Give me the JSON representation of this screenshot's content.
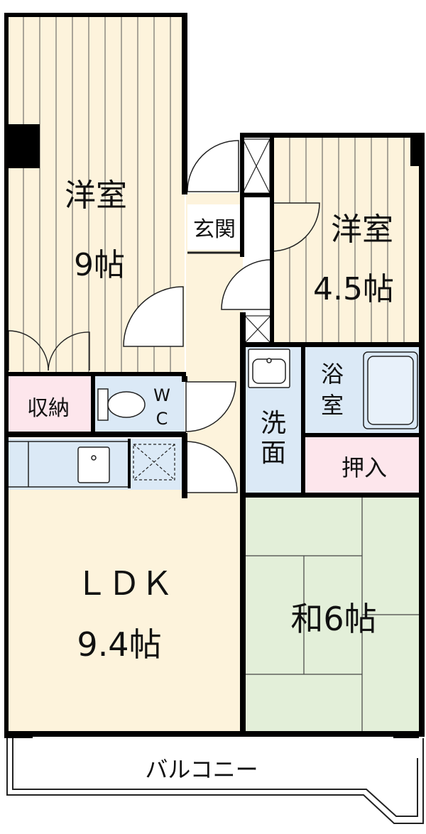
{
  "rooms": {
    "western_large": {
      "name": "洋室",
      "size": "9帖"
    },
    "western_small": {
      "name": "洋室",
      "size": "4.5帖"
    },
    "entrance": {
      "name": "玄関"
    },
    "storage": {
      "name": "収納"
    },
    "wc": {
      "line1": "W",
      "line2": "C"
    },
    "bath": {
      "line1": "浴",
      "line2": "室"
    },
    "washroom": {
      "line1": "洗",
      "line2": "面"
    },
    "closet": {
      "name": "押入"
    },
    "ldk": {
      "name": "ＬＤＫ",
      "size": "9.4帖"
    },
    "japanese": {
      "name": "和6帖"
    },
    "balcony": {
      "name": "バルコニー"
    }
  },
  "colors": {
    "flooring": "#fdf3dc",
    "wet_area": "#dbe9f6",
    "storage": "#fde6ec",
    "tatami": "#e3efd9",
    "wall": "#000000"
  }
}
